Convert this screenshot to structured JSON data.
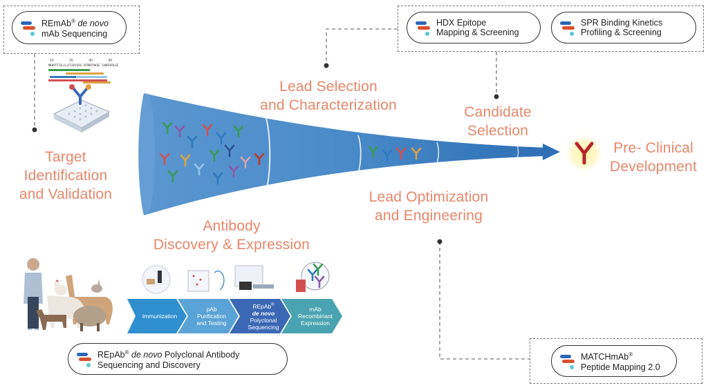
{
  "stages": {
    "target": [
      "Target",
      "Identification",
      "and Validation"
    ],
    "discovery": [
      "Antibody",
      "Discovery & Expression"
    ],
    "lead_selection": [
      "Lead Selection",
      "and Characterization"
    ],
    "lead_optimization": [
      "Lead Optimization",
      "and Engineering"
    ],
    "candidate": [
      "Candidate",
      "Selection"
    ],
    "preclinical": [
      "Pre- Clinical",
      "Development"
    ]
  },
  "services": {
    "remab": {
      "brand": "REmAb",
      "sup": "®",
      "italic": " de novo",
      "line2": "mAb Sequencing"
    },
    "hdx": {
      "line1": "HDX Epitope",
      "line2": "Mapping & Screening"
    },
    "spr": {
      "line1": "SPR Binding Kinetics",
      "line2": "Profiling & Screening"
    },
    "repab": {
      "brand": "REpAb",
      "sup": "®",
      "italic": " de novo",
      "rest": " Polyclonal Antibody",
      "line2": "Sequencing and Discovery"
    },
    "matchmab": {
      "brand": "MATCHmAb",
      "sup": "®",
      "line2": "Peptide Mapping 2.0"
    }
  },
  "process_steps": [
    {
      "line1": "Immunization",
      "line2": "",
      "line3": "",
      "line4": "",
      "color": "#2f8fcf"
    },
    {
      "line1": "pAb",
      "line2": "Purification",
      "line3": "and Testing",
      "line4": "",
      "color": "#5aa3d6"
    },
    {
      "line1": "REpAb",
      "sup": "®",
      "line2": "de novo",
      "line3": "Polyclonal",
      "line4": "Sequencing",
      "color": "#3b68b5"
    },
    {
      "line1": "mAb",
      "line2": "Recombinant",
      "line3": "Expression",
      "line4": "",
      "color": "#4aa3b0"
    }
  ],
  "sequence_ruler": {
    "ticks": [
      "10",
      "20",
      "30",
      "40"
    ],
    "sequence": "MKWVTFISLLLLFSSAYSRG VFRRDTHKSE IAHRFKDLGE"
  },
  "colors": {
    "stage_text": "#e8866a",
    "funnel_dark": "#2e6fb6",
    "funnel_light": "#6fa6d8",
    "logo_blue": "#2b66b8",
    "logo_red": "#d9502e",
    "logo_teal": "#5bc6d6"
  },
  "icons": [
    "antibody-icon",
    "microplate-icon",
    "human-figure",
    "llama-icon",
    "goat-icon",
    "sheep-icon",
    "chicken-icon",
    "rabbit-icon",
    "dog-icon"
  ]
}
